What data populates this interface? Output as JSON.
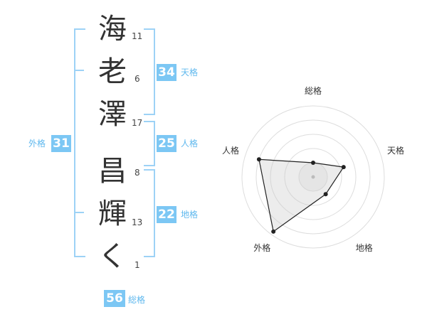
{
  "name": {
    "chars": [
      {
        "char": "海",
        "strokes": "11"
      },
      {
        "char": "老",
        "strokes": "6"
      },
      {
        "char": "澤",
        "strokes": "17"
      },
      {
        "char": "昌",
        "strokes": "8"
      },
      {
        "char": "輝",
        "strokes": "13"
      },
      {
        "char": "く",
        "strokes": "1"
      }
    ]
  },
  "kakusu": {
    "tenkaku": {
      "value": "34",
      "label": "天格"
    },
    "jinkaku": {
      "value": "25",
      "label": "人格"
    },
    "chikaku": {
      "value": "22",
      "label": "地格"
    },
    "gaikaku": {
      "value": "31",
      "label": "外格"
    },
    "soukaku": {
      "value": "56",
      "label": "総格"
    }
  },
  "chart_data": {
    "type": "radar",
    "axes": [
      "総格",
      "天格",
      "地格",
      "外格",
      "人格"
    ],
    "values": [
      0.2,
      0.45,
      0.3,
      0.95,
      0.8
    ],
    "max": 1,
    "rings": 5,
    "grid": true
  }
}
